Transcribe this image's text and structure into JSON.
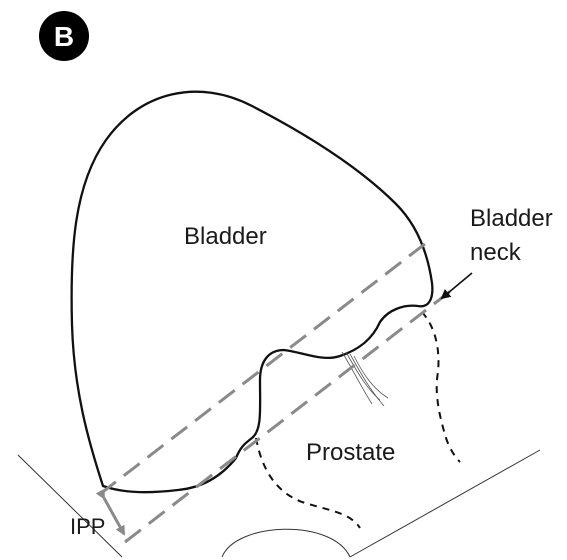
{
  "panel_letter": "B",
  "labels": {
    "bladder": "Bladder",
    "bladder_neck_line1": "Bladder",
    "bladder_neck_line2": "neck",
    "prostate": "Prostate",
    "ipp": "IPP"
  },
  "colors": {
    "outline": "#111111",
    "dashed_guides": "#8a8a8a",
    "ipp_arrow": "#8a8a8a",
    "panel_badge": "#000000"
  }
}
